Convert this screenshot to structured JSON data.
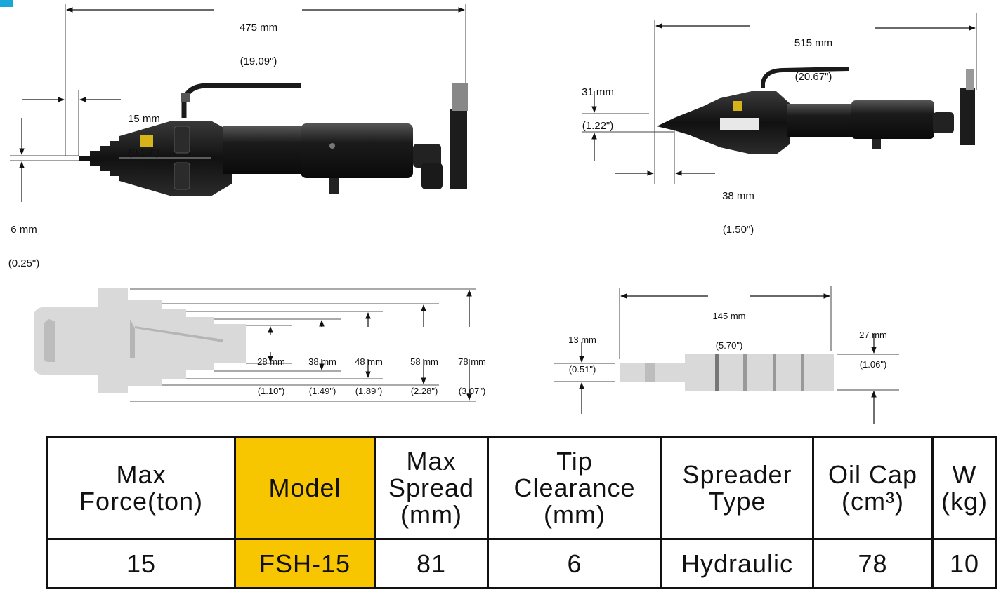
{
  "top_left_view": {
    "overall_length": {
      "mm": "475 mm",
      "in": "(19.09\")"
    },
    "tip_length": {
      "mm": "15 mm",
      "in": "(0.59\")"
    },
    "tip_clearance": {
      "mm": "6 mm",
      "in": "(0.25\")"
    }
  },
  "top_right_view": {
    "overall_length": {
      "mm": "515 mm",
      "in": "(20.67\")"
    },
    "tip_height": {
      "mm": "31 mm",
      "in": "(1.22\")"
    },
    "tip_length": {
      "mm": "38 mm",
      "in": "(1.50\")"
    }
  },
  "bottom_left_view": {
    "spreads": [
      {
        "mm": "28 mm",
        "in": "(1.10\")"
      },
      {
        "mm": "38 mm",
        "in": "(1.49\")"
      },
      {
        "mm": "48 mm",
        "in": "(1.89\")"
      },
      {
        "mm": "58 mm",
        "in": "(2.28\")"
      },
      {
        "mm": "78 mm",
        "in": "(3.07\")"
      }
    ]
  },
  "bottom_right_view": {
    "length": {
      "mm": "145 mm",
      "in": "(5.70\")"
    },
    "tip_thickness": {
      "mm": "13 mm",
      "in": "(0.51\")"
    },
    "body_thickness": {
      "mm": "27 mm",
      "in": "(1.06\")"
    }
  },
  "spec_table": {
    "headers": [
      [
        "Max",
        "Force(ton)"
      ],
      [
        "Model"
      ],
      [
        "Max",
        "Spread",
        "(mm)"
      ],
      [
        "Tip",
        "Clearance",
        "(mm)"
      ],
      [
        "Spreader",
        "Type"
      ],
      [
        "Oil Cap",
        "(cm³)"
      ],
      [
        "W",
        "(kg)"
      ]
    ],
    "row": [
      "15",
      "FSH-15",
      "81",
      "6",
      "Hydraulic",
      "78",
      "10"
    ],
    "highlight_color": "#f7c600"
  }
}
